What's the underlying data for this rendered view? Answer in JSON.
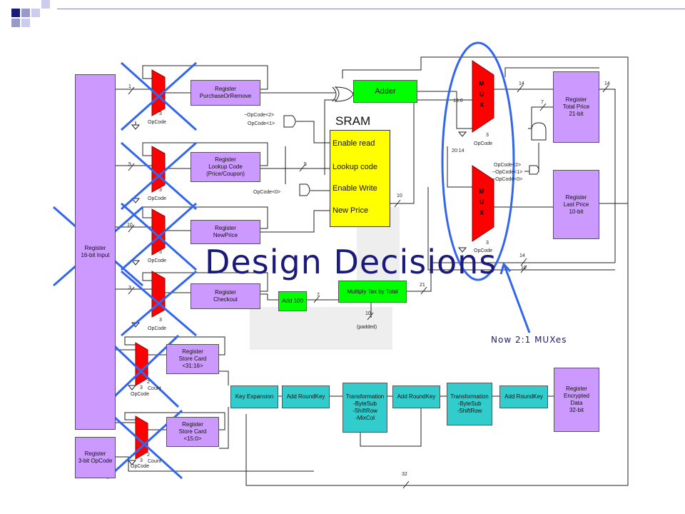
{
  "slide": {
    "title": "Design Decisions",
    "note": "Now 2:1 MUXes"
  },
  "registers": {
    "input16": "Register\n16-bit Input",
    "opcode3": "Register\n3-bit OpCode",
    "purchase": "Register\nPurchaseOrRemove",
    "lookup": "Register\nLookup Code\n(Price/Coupon)",
    "newprice": "Register\nNewPrice",
    "checkout": "Register\nCheckout",
    "storecard_hi": "Register\nStore Card\n<31:16>",
    "storecard_lo": "Register\nStore Card\n<15:0>",
    "total": "Register\nTotal Price\n21-bit",
    "last": "Register\nLast Price\n10-bit",
    "encrypted": "Register\nEncrypted\nData\n32-bit"
  },
  "blocks": {
    "adder": "Adder",
    "add100": "Add 100",
    "multiply": "Multiply Tax by Total",
    "key_expansion": "Key Expansion",
    "add_roundkey_1": "Add RoundKey",
    "transformation_1": "Transformation\n-ByteSub\n-ShiftRow\n-MixCol",
    "add_roundkey_2": "Add RoundKey",
    "transformation_2": "Transformation\n-ByteSub\n-ShiftRow",
    "add_roundkey_3": "Add RoundKey"
  },
  "sram": {
    "title": "SRAM",
    "items": [
      "Enable read",
      "Lookup code",
      "Enable Write",
      "New Price"
    ]
  },
  "mux": {
    "letters": [
      "M",
      "U",
      "X"
    ]
  },
  "labels": {
    "opcode": "OpCode",
    "count": "Count",
    "padded": "(padded)",
    "opcode2n": "~OpCode<2>",
    "opcode1": "OpCode<1>",
    "opcode0": "OpCode<0>",
    "opcode2": "OpCode<2>",
    "opcode1n": "~OpCode<1>",
    "opcode0n": "~OpCode<0>",
    "w1": "1",
    "w5a": "5",
    "w5b": "5",
    "w10a": "10",
    "w3a": "3",
    "w3b": "3",
    "w3c": "3",
    "w3d": "3",
    "w3e": "3",
    "w3f": "3",
    "w3g": "3",
    "w3h": "3",
    "w2a": "2",
    "w2b": "2",
    "w7a": "7",
    "w7b": "7",
    "w21": "21",
    "w10b": "10",
    "w10c": "10",
    "w10d": "10",
    "w14a": "14",
    "w14b": "14",
    "w14c": "14",
    "w13": "13:0",
    "w2014": "20:14",
    "w32": "32"
  },
  "colors": {
    "accent": "#1a1a7a",
    "mux_red": "#ff0000",
    "cross_blue": "#3366ee",
    "register_purple": "#cc99ff",
    "block_green": "#00ff00",
    "block_teal": "#33cccc",
    "sram_yellow": "#ffff00"
  }
}
